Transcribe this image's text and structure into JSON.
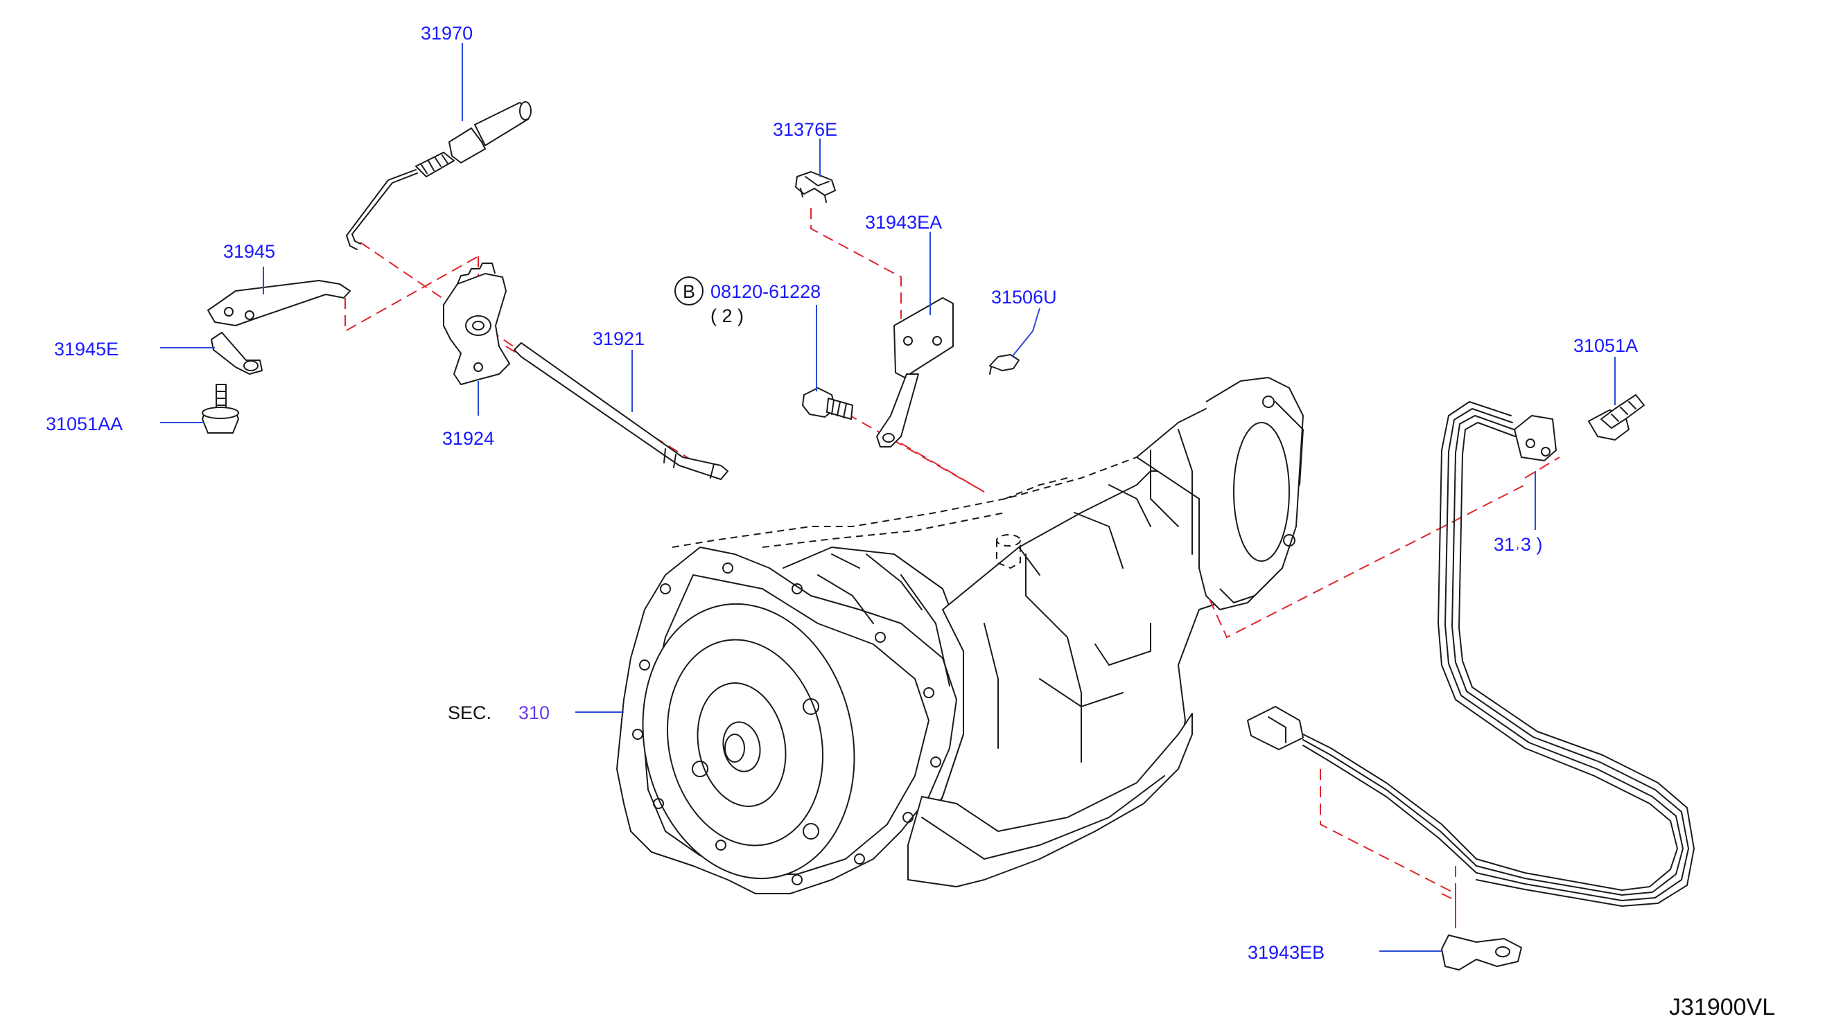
{
  "diagram_id": "J31900VL",
  "parts": {
    "p31970": "31970",
    "p31376E": "31376E",
    "p31943EA": "31943EA",
    "p31945": "31945",
    "bolt_ref_badge": "B",
    "bolt_ref": "08120-61228",
    "bolt_qty": "( 2 )",
    "p31506U": "31506U",
    "p31921": "31921",
    "p31945E": "31945E",
    "p31051A": "31051A",
    "p31051AA": "31051AA",
    "p31924": "31924",
    "p31935_partial": "31˒3 )",
    "p31943EB": "31943EB"
  },
  "section": {
    "prefix": "SEC.",
    "number": "310"
  },
  "colors": {
    "part_label": "#1a1aff",
    "section_number": "#6a3de8",
    "leader_line": "#2a4bd6",
    "phantom_line": "#e0252b",
    "drawing": "#1b1b1b"
  }
}
